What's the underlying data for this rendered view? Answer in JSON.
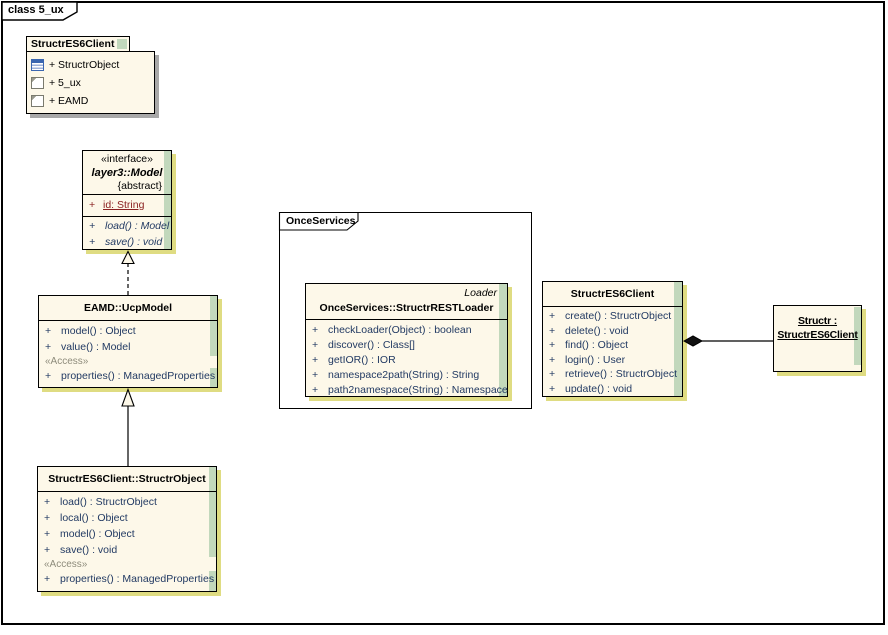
{
  "colors": {
    "fill": "#FDF8E9",
    "strip": "#C2D8BC",
    "shadow-khaki": "#DFDC82",
    "shadow-gray": "#A8A8A8",
    "op": "#223A63",
    "attr": "#8B2121",
    "stereo": "#8E8C7C",
    "icon-blue": "#3B66B0"
  },
  "frame": {
    "label": "class 5_ux"
  },
  "package": {
    "name": "StructrES6Client",
    "items": [
      {
        "icon": "class-icon",
        "label": "+ StructrObject"
      },
      {
        "icon": "diagram-icon",
        "label": "+ 5_ux"
      },
      {
        "icon": "diagram-icon",
        "label": "+ EAMD"
      }
    ]
  },
  "interface": {
    "stereotype": "«interface»",
    "name": "layer3::Model",
    "modifier": "{abstract}",
    "attributes": [
      {
        "vis": "+",
        "text": "id: String"
      }
    ],
    "operations": [
      {
        "vis": "+",
        "text": "load() : Model"
      },
      {
        "vis": "+",
        "text": "save() : void"
      }
    ]
  },
  "ucp_model": {
    "name": "EAMD::UcpModel",
    "operations": [
      {
        "vis": "+",
        "text": "model() : Object"
      },
      {
        "vis": "+",
        "text": "value() : Model"
      }
    ],
    "access_stereotype": "«Access»",
    "access_operations": [
      {
        "vis": "+",
        "text": "properties() : ManagedProperties"
      }
    ]
  },
  "structr_object": {
    "name": "StructrES6Client::StructrObject",
    "operations": [
      {
        "vis": "+",
        "text": "load() : StructrObject"
      },
      {
        "vis": "+",
        "text": "local() : Object"
      },
      {
        "vis": "+",
        "text": "model() : Object"
      },
      {
        "vis": "+",
        "text": "save() : void"
      }
    ],
    "access_stereotype": "«Access»",
    "access_operations": [
      {
        "vis": "+",
        "text": "properties() : ManagedProperties"
      }
    ]
  },
  "once_services": {
    "label": "OnceServices"
  },
  "rest_loader": {
    "parent": "Loader",
    "name": "OnceServices::StructrRESTLoader",
    "operations": [
      {
        "vis": "+",
        "text": "checkLoader(Object) : boolean"
      },
      {
        "vis": "+",
        "text": "discover() : Class[]"
      },
      {
        "vis": "+",
        "text": "getIOR() : IOR"
      },
      {
        "vis": "+",
        "text": "namespace2path(String) : String"
      },
      {
        "vis": "+",
        "text": "path2namespace(String) : Namespace"
      }
    ]
  },
  "es6_client": {
    "name": "StructrES6Client",
    "operations": [
      {
        "vis": "+",
        "text": "create() : StructrObject"
      },
      {
        "vis": "+",
        "text": "delete() : void"
      },
      {
        "vis": "+",
        "text": "find() : Object"
      },
      {
        "vis": "+",
        "text": "login() : User"
      },
      {
        "vis": "+",
        "text": "retrieve() : StructrObject"
      },
      {
        "vis": "+",
        "text": "update() : void"
      }
    ]
  },
  "instance": {
    "name_line1": "Structr :",
    "name_line2": "StructrES6Client"
  },
  "relationships": [
    {
      "type": "realization",
      "from": "EAMD::UcpModel",
      "to": "layer3::Model"
    },
    {
      "type": "generalization",
      "from": "StructrES6Client::StructrObject",
      "to": "EAMD::UcpModel"
    },
    {
      "type": "composition",
      "from": "Structr : StructrES6Client",
      "to": "StructrES6Client"
    }
  ]
}
